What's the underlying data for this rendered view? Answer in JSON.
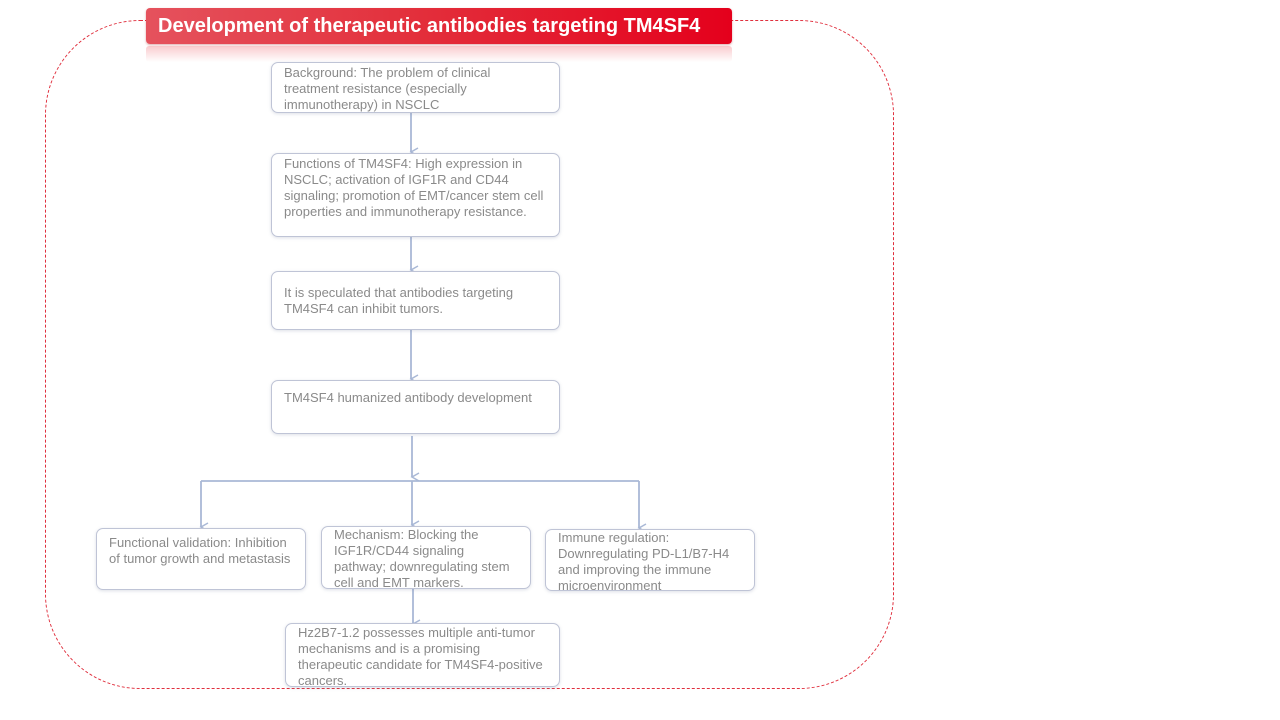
{
  "title": "Development of therapeutic antibodies targeting TM4SF4",
  "colors": {
    "title_bg": "#e4001c",
    "frame_dash": "#e0303e",
    "box_border": "#bfc4d6",
    "arrow": "#a9b8d6",
    "text": "#8a8a8a"
  },
  "nodes": {
    "background": "Background: The problem of clinical treatment resistance (especially immunotherapy) in NSCLC",
    "functions": "Functions of TM4SF4: High expression in NSCLC; activation of IGF1R and CD44 signaling; promotion of EMT/cancer stem cell properties and immunotherapy resistance.",
    "hypothesis": "It is speculated that antibodies targeting TM4SF4 can inhibit tumors.",
    "development": "TM4SF4 humanized antibody development",
    "functional_validation": "Functional validation: Inhibition of tumor growth and metastasis",
    "mechanism": "Mechanism: Blocking the IGF1R/CD44 signaling pathway; downregulating stem cell and EMT markers.",
    "immune_regulation": "Immune regulation: Downregulating PD-L1/B7-H4 and improving the immune microenvironment",
    "conclusion": "Hz2B7-1.2 possesses multiple anti-tumor mechanisms and is a promising therapeutic candidate for TM4SF4-positive cancers."
  }
}
